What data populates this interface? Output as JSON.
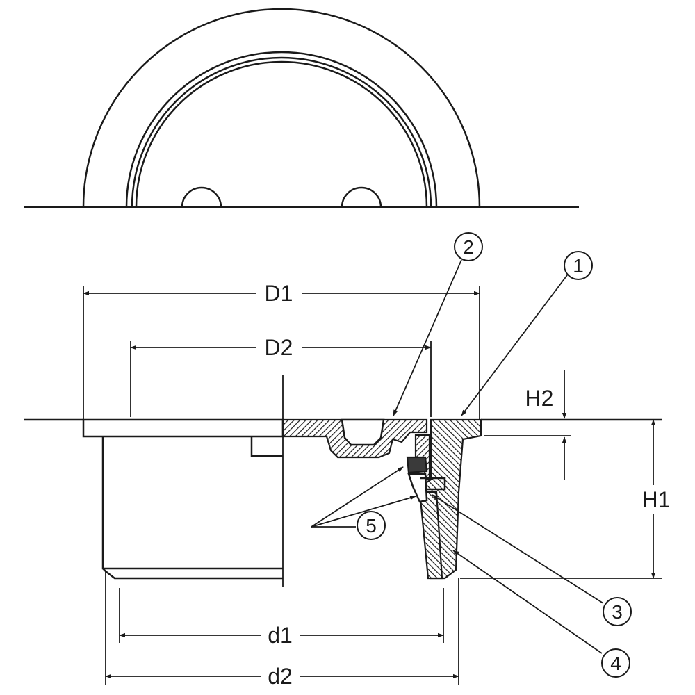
{
  "dimensions": {
    "D1": "D1",
    "D2": "D2",
    "H1": "H1",
    "H2": "H2",
    "d1": "d1",
    "d2": "d2"
  },
  "balloons": {
    "b1": "1",
    "b2": "2",
    "b3": "3",
    "b4": "4",
    "b5": "5"
  }
}
